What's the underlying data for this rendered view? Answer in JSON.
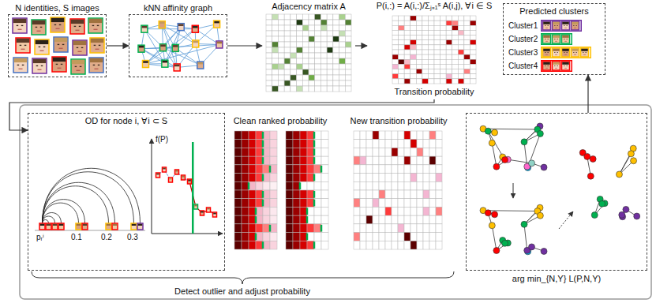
{
  "diagram": {
    "nodes": [
      {
        "text": [
          "N identities, S images"
        ]
      },
      {
        "text": [
          "kNN affinity graph"
        ]
      },
      {
        "text": [
          "Adjacency matrix A"
        ]
      },
      {
        "text": [
          "P(i,:) = A(i,:)/Σⱼ₌₁ˢ A(i,j), ∀i ∈ S",
          "Transition probability"
        ]
      },
      {
        "text": [
          "Predicted clusters"
        ]
      },
      {
        "text": [
          "Cluster1"
        ],
        "in": 4
      },
      {
        "text": [
          "Cluster2"
        ],
        "in": 4
      },
      {
        "text": [
          "Cluster3"
        ],
        "in": 4
      },
      {
        "text": [
          "Cluster4"
        ],
        "in": 4
      },
      {
        "text": [
          "OD for node i, ∀i ⊂ S"
        ]
      },
      {
        "text": [
          "Clean ranked probability"
        ]
      },
      {
        "text": [
          "New transition probability"
        ]
      },
      {
        "text": [
          "arg min_{N,Y} L(P,N,Y)"
        ]
      }
    ],
    "edges": [
      {
        "from": 0,
        "to": 1,
        "arrow": "to"
      },
      {
        "from": 1,
        "to": 2,
        "arrow": "to"
      },
      {
        "from": 2,
        "to": 3,
        "arrow": "to"
      },
      {
        "from": 3,
        "to": 9,
        "arrow": "to"
      },
      {
        "from": 12,
        "to": 4,
        "arrow": "to"
      }
    ],
    "labels": [
      "pᵣⁱ",
      "0.1",
      "0.2",
      "0.3",
      "f(P)",
      "Detect outlier and adjust probability"
    ]
  }
}
